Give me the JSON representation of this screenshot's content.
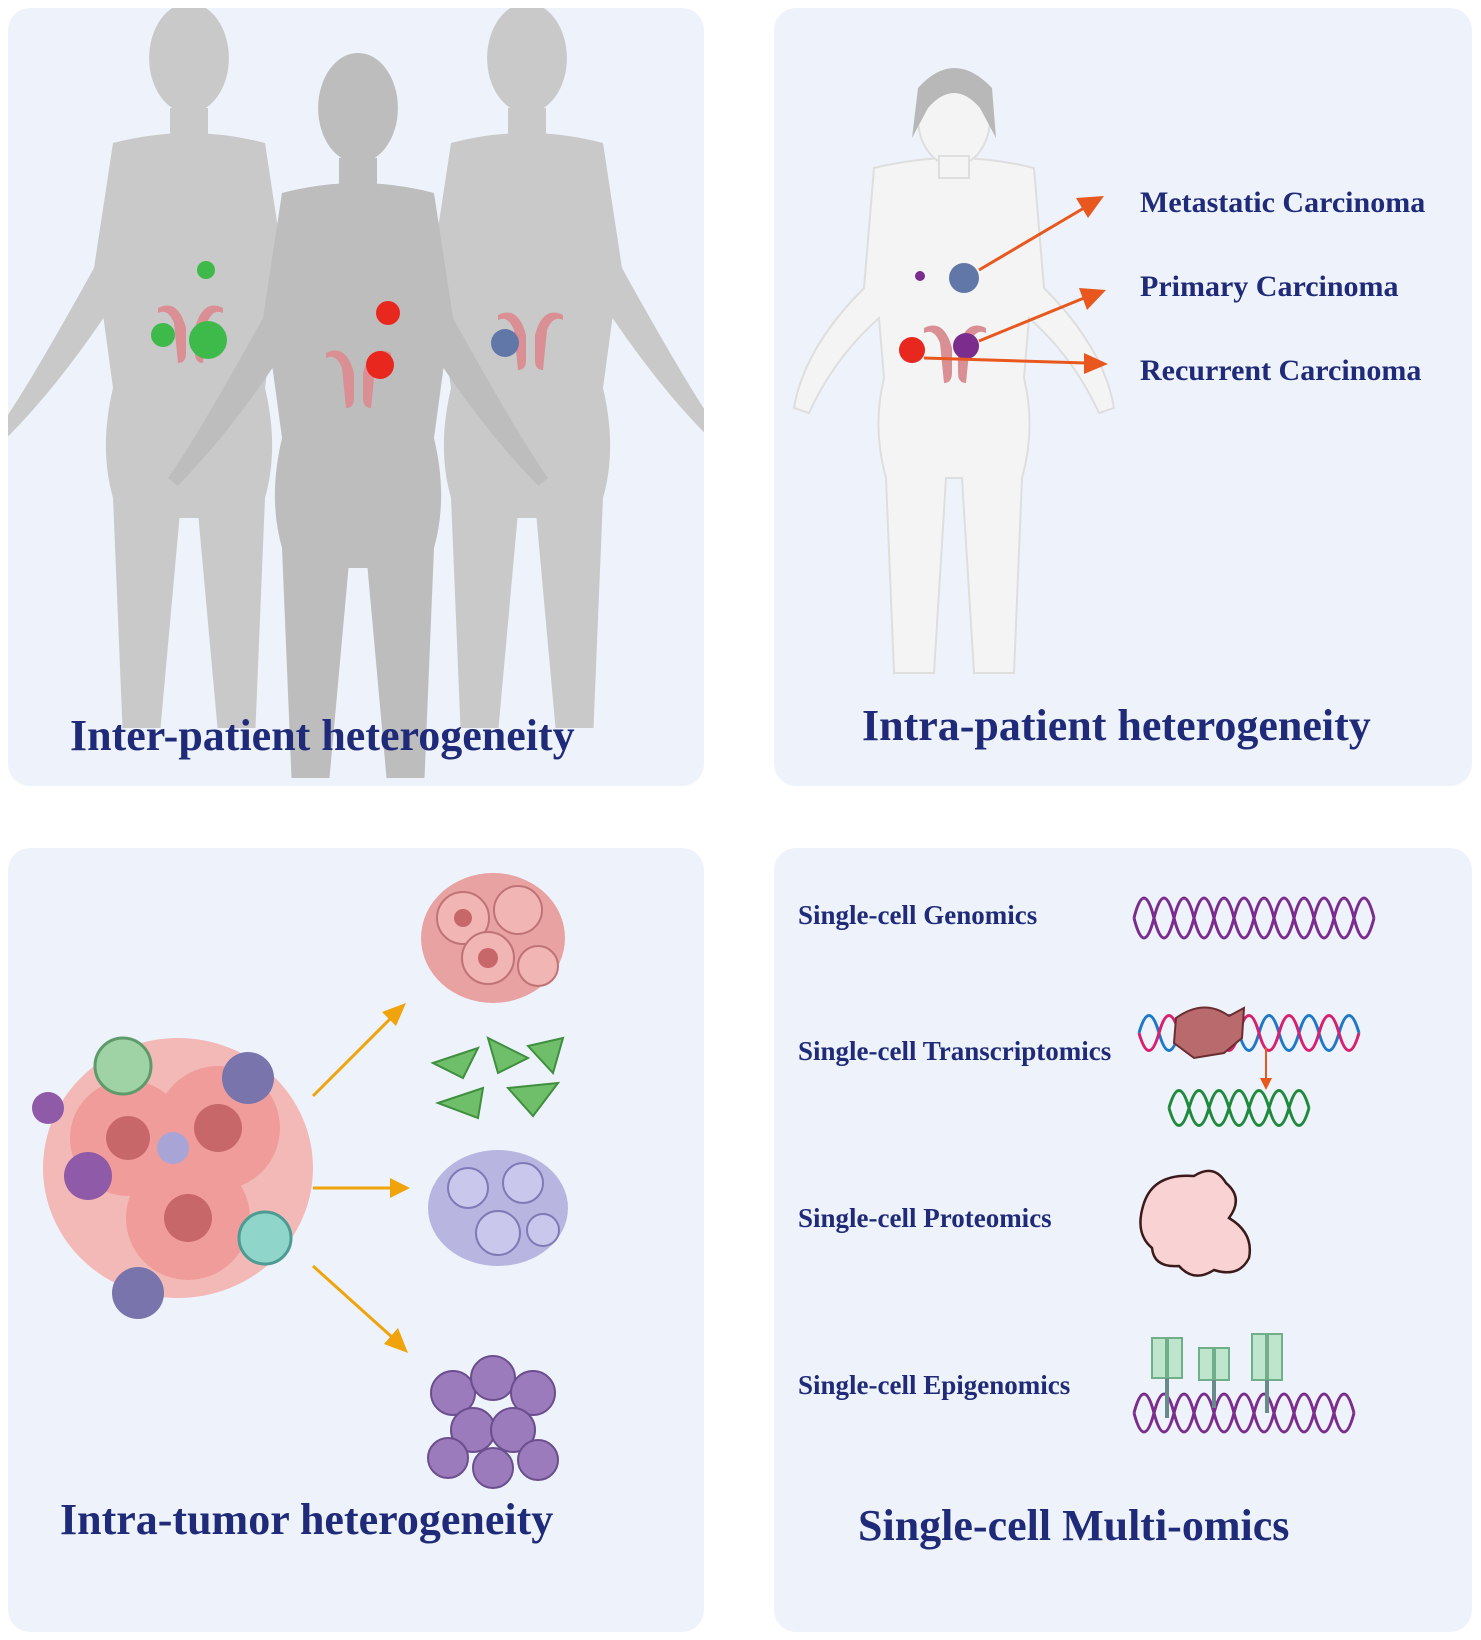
{
  "panels": {
    "inter_patient": {
      "title": "Inter-patient heterogeneity"
    },
    "intra_patient": {
      "title": "Intra-patient heterogeneity",
      "labels": [
        "Metastatic Carcinoma",
        "Primary Carcinoma",
        "Recurrent Carcinoma"
      ]
    },
    "intra_tumor": {
      "title": "Intra-tumor heterogeneity"
    },
    "multi_omics": {
      "title": "Single-cell Multi-omics",
      "items": [
        "Single-cell Genomics",
        "Single-cell Transcriptomics",
        "Single-cell Proteomics",
        "Single-cell Epigenomics"
      ]
    }
  },
  "colors": {
    "panel_bg": "#eef3fb",
    "title_text": "#1f2a78",
    "silhouette": "#c9c9c9",
    "arrow_red": "#e8581e",
    "arrow_orange": "#f0a30a",
    "tumor_green": "#3dba4a",
    "tumor_red": "#e8281e",
    "tumor_blue": "#6077a8",
    "tumor_purple": "#7b2d8e",
    "dna_purple": "#7b2d8e",
    "dna_green": "#1f8a3c"
  }
}
